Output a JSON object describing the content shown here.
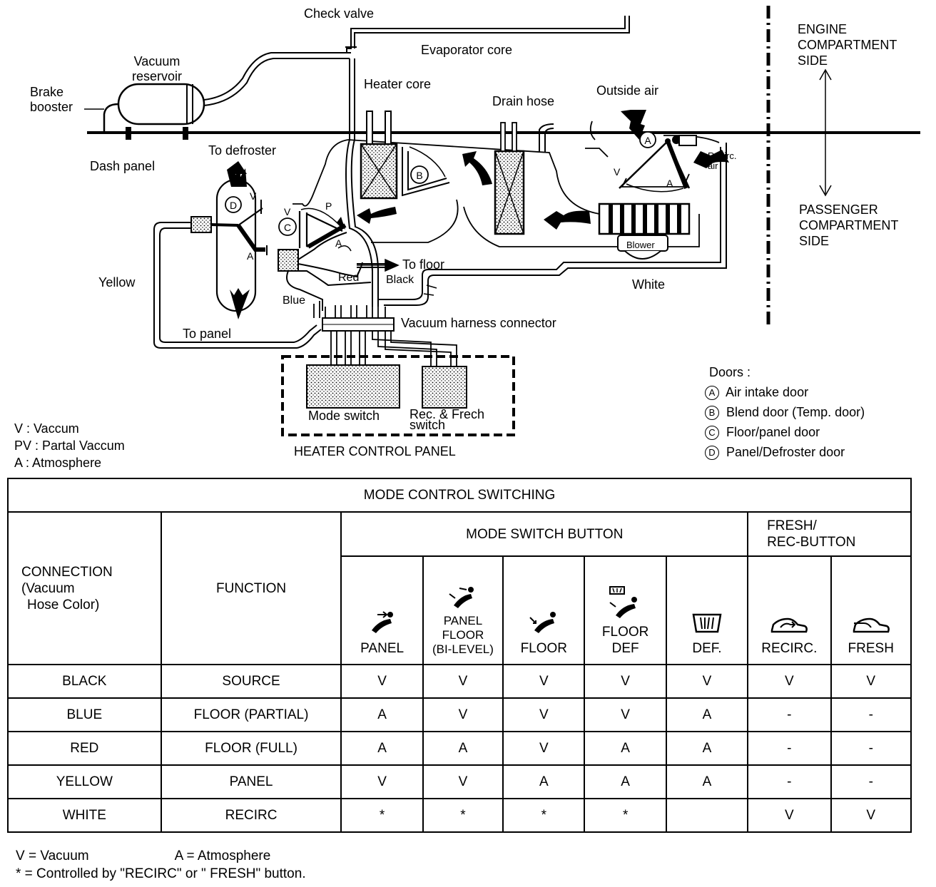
{
  "diagram": {
    "labels": {
      "check_valve": "Check valve",
      "vacuum_reservoir_l1": "Vacuum",
      "vacuum_reservoir_l2": "reservoir",
      "brake_booster_l1": "Brake",
      "brake_booster_l2": "booster",
      "dash_panel": "Dash panel",
      "to_defroster": "To defroster",
      "evaporator_core": "Evaporator core",
      "heater_core": "Heater core",
      "drain_hose": "Drain hose",
      "outside_air": "Outside air",
      "recirc_air_l1": "Recirc.",
      "recirc_air_l2": "air",
      "engine_l1": "ENGINE",
      "engine_l2": "COMPARTMENT",
      "engine_l3": "SIDE",
      "passenger_l1": "PASSENGER",
      "passenger_l2": "COMPARTMENT",
      "passenger_l3": "SIDE",
      "blower": "Blower",
      "white": "White",
      "yellow": "Yellow",
      "red": "Red",
      "black": "Black",
      "blue": "Blue",
      "to_floor": "To floor",
      "to_panel": "To panel",
      "vacuum_harness_connector": "Vacuum harness connector",
      "mode_switch": "Mode switch",
      "rec_frech_l1": "Rec. & Frech",
      "rec_frech_l2": "switch",
      "heater_control_panel": "HEATER CONTROL PANEL",
      "port_v": "V",
      "port_p": "P",
      "port_a": "A",
      "door_a": "A",
      "door_b": "B",
      "door_c": "C",
      "door_d": "D"
    },
    "abbrev_legend": [
      "V : Vaccum",
      "PV : Partal Vaccum",
      "A : Atmosphere"
    ],
    "doors": {
      "title": "Doors :",
      "items": [
        {
          "letter": "A",
          "label": "Air intake door"
        },
        {
          "letter": "B",
          "label": "Blend door (Temp. door)"
        },
        {
          "letter": "C",
          "label": "Floor/panel door"
        },
        {
          "letter": "D",
          "label": "Panel/Defroster door"
        }
      ]
    }
  },
  "table": {
    "title": "MODE CONTROL SWITCHING",
    "connection_l1": "CONNECTION",
    "connection_l2": "(Vacuum",
    "connection_l3": "Hose Color)",
    "function": "FUNCTION",
    "mode_switch_button": "MODE SWITCH BUTTON",
    "fresh_rec_l1": "FRESH/",
    "fresh_rec_l2": "REC-BUTTON",
    "modes": [
      {
        "l1": "PANEL",
        "l2": "",
        "l3": "",
        "icon": "panel-mode-icon"
      },
      {
        "l1": "PANEL",
        "l2": "FLOOR",
        "l3": "(BI-LEVEL)",
        "icon": "bilevel-mode-icon"
      },
      {
        "l1": "FLOOR",
        "l2": "",
        "l3": "",
        "icon": "floor-mode-icon"
      },
      {
        "l1": "FLOOR",
        "l2": "DEF",
        "l3": "",
        "icon": "floor-def-mode-icon"
      },
      {
        "l1": "DEF.",
        "l2": "",
        "l3": "",
        "icon": "defrost-mode-icon"
      },
      {
        "l1": "RECIRC.",
        "l2": "",
        "l3": "",
        "icon": "recirc-car-icon"
      },
      {
        "l1": "FRESH",
        "l2": "",
        "l3": "",
        "icon": "fresh-car-icon"
      }
    ],
    "rows": [
      {
        "connection": "BLACK",
        "function": "SOURCE",
        "values": [
          "V",
          "V",
          "V",
          "V",
          "V",
          "V",
          "V"
        ]
      },
      {
        "connection": "BLUE",
        "function": "FLOOR (PARTIAL)",
        "values": [
          "A",
          "V",
          "V",
          "V",
          "A",
          "-",
          "-"
        ]
      },
      {
        "connection": "RED",
        "function": "FLOOR (FULL)",
        "values": [
          "A",
          "A",
          "V",
          "A",
          "A",
          "-",
          "-"
        ]
      },
      {
        "connection": "YELLOW",
        "function": "PANEL",
        "values": [
          "V",
          "V",
          "A",
          "A",
          "A",
          "-",
          "-"
        ]
      },
      {
        "connection": "WHITE",
        "function": "RECIRC",
        "values": [
          "*",
          "*",
          "*",
          "*",
          "",
          "V",
          "V"
        ]
      }
    ]
  },
  "footer": {
    "v": "V = Vacuum",
    "a": "A = Atmosphere",
    "note": "* = Controlled by \"RECIRC\" or \" FRESH\" button."
  }
}
